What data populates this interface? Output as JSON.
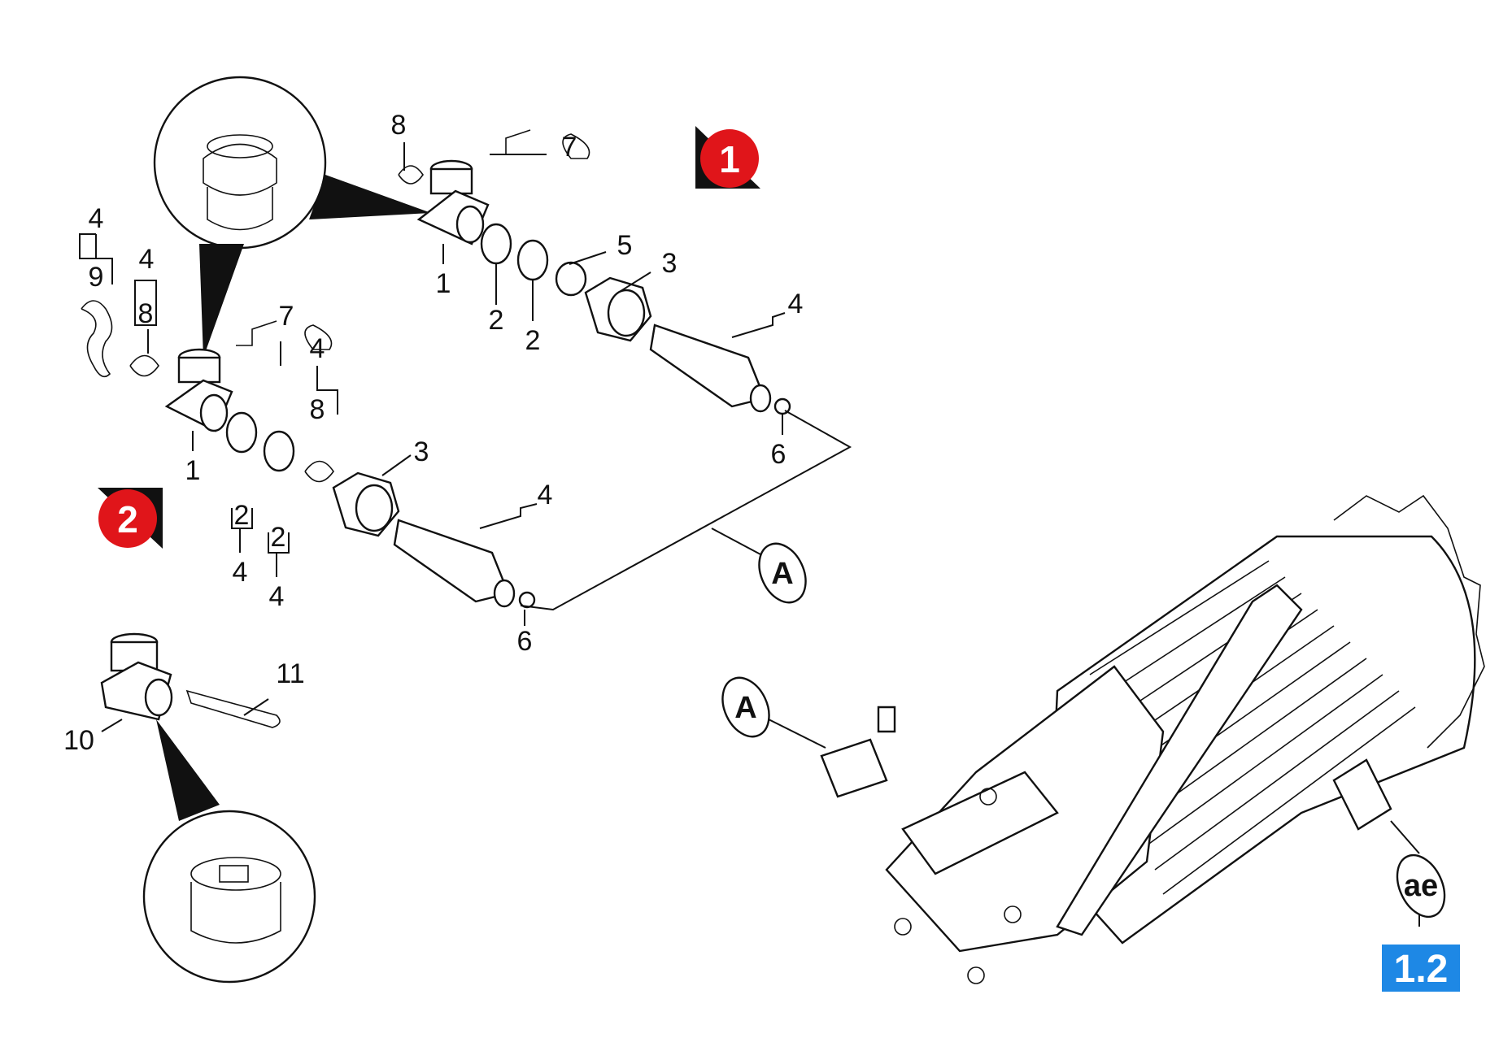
{
  "variant_badges": [
    {
      "number": "1",
      "color": "#e0151a"
    },
    {
      "number": "2",
      "color": "#e0151a"
    }
  ],
  "page_reference": {
    "text": "1.2",
    "color": "#1e88e5"
  },
  "callouts": {
    "connection_a_upper": "A",
    "connection_a_lower": "A",
    "ae": "ae"
  },
  "labels": {
    "v1_p8": "8",
    "v1_p7": "7",
    "v1_p1": "1",
    "v1_p2a": "2",
    "v1_p2b": "2",
    "v1_p5": "5",
    "v1_p3": "3",
    "v1_p4": "4",
    "v1_p6": "6",
    "v2_p4_top": "4",
    "v2_p9": "9",
    "v2_p4_b": "4",
    "v2_p8": "8",
    "v2_p7": "7",
    "v2_p4_c": "4",
    "v2_p8_c": "8",
    "v2_p1": "1",
    "v2_p3": "3",
    "v2_p4_d": "4",
    "v2_p2a": "2",
    "v2_p2b": "2",
    "v2_p4_e": "4",
    "v2_p4_f": "4",
    "v2_p6": "6",
    "p11": "11",
    "p10": "10"
  }
}
